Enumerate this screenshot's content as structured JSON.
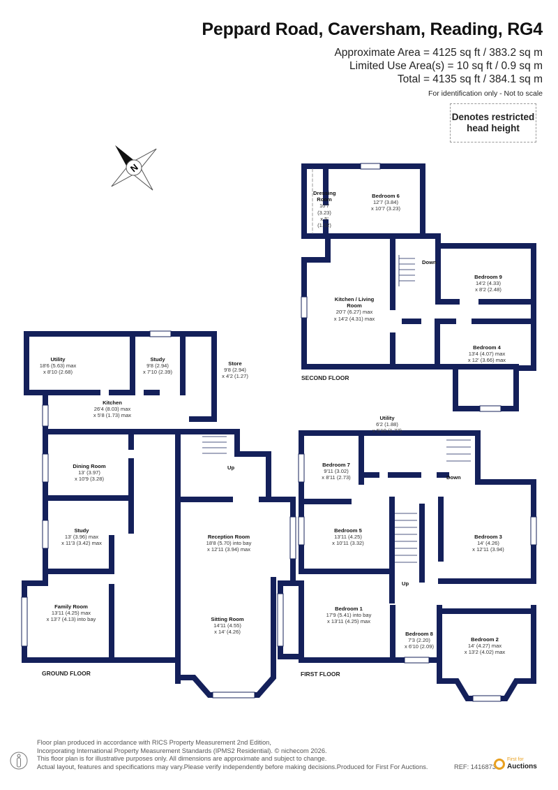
{
  "header": {
    "title": "Peppard Road, Caversham, Reading, RG4",
    "approx_area": "Approximate Area = 4125 sq ft / 383.2 sq m",
    "limited_use": "Limited Use Area(s) = 10 sq ft / 0.9 sq m",
    "total": "Total = 4135 sq ft / 384.1 sq m",
    "note": "For identification only - Not to scale"
  },
  "legend": {
    "restricted_line1": "Denotes restricted",
    "restricted_line2": "head height"
  },
  "compass": {
    "label": "N",
    "icon": "compass-icon"
  },
  "colors": {
    "wall": "#14205a",
    "logo_accent": "#e8a020"
  },
  "second_floor": {
    "label": "SECOND FLOOR",
    "stairs": {
      "down": "Down"
    },
    "rooms": [
      {
        "name": "Dressing Room",
        "dim1": "10'7 (3.23)",
        "dim2": "x 5' (1.52)"
      },
      {
        "name": "Bedroom 6",
        "dim1": "12'7 (3.84)",
        "dim2": "x 10'7 (3.23)"
      },
      {
        "name": "Kitchen / Living Room",
        "dim1": "20'7 (6.27) max",
        "dim2": "x 14'2 (4.31) max"
      },
      {
        "name": "Bedroom 9",
        "dim1": "14'2 (4.33)",
        "dim2": "x 8'2 (2.48)"
      },
      {
        "name": "Bedroom 4",
        "dim1": "13'4 (4.07) max",
        "dim2": "x 12' (3.66) max"
      }
    ]
  },
  "ground_floor": {
    "label": "GROUND FLOOR",
    "stairs": {
      "up": "Up"
    },
    "rooms": [
      {
        "name": "Utility",
        "dim1": "18'6 (5.63) max",
        "dim2": "x 8'10 (2.68)"
      },
      {
        "name": "Study",
        "dim1": "9'8 (2.94)",
        "dim2": "x 7'10 (2.39)"
      },
      {
        "name": "Store",
        "dim1": "9'8 (2.94)",
        "dim2": "x 4'2 (1.27)"
      },
      {
        "name": "Kitchen",
        "dim1": "26'4 (8.03) max",
        "dim2": "x 5'8 (1.73) max"
      },
      {
        "name": "Dining Room",
        "dim1": "13' (3.97)",
        "dim2": "x 10'9 (3.28)"
      },
      {
        "name": "Study",
        "dim1": "13' (3.96) max",
        "dim2": "x 11'3 (3.42) max"
      },
      {
        "name": "Family Room",
        "dim1": "13'11 (4.25) max",
        "dim2": "x 13'7 (4.13) into bay"
      },
      {
        "name": "Reception Room",
        "dim1": "18'8 (5.70) into bay",
        "dim2": "x 12'11 (3.94) max"
      },
      {
        "name": "Sitting Room",
        "dim1": "14'11 (4.55)",
        "dim2": "x 14' (4.26)"
      }
    ]
  },
  "first_floor": {
    "label": "FIRST FLOOR",
    "stairs": {
      "up": "Up",
      "down": "Down"
    },
    "rooms": [
      {
        "name": "Utility",
        "dim1": "6'2 (1.88)",
        "dim2": "x 5'10 (1.77)"
      },
      {
        "name": "Bedroom 7",
        "dim1": "9'11 (3.02)",
        "dim2": "x 8'11 (2.73)"
      },
      {
        "name": "Bedroom 5",
        "dim1": "13'11 (4.25)",
        "dim2": "x 10'11 (3.32)"
      },
      {
        "name": "Bedroom 3",
        "dim1": "14' (4.26)",
        "dim2": "x 12'11 (3.94)"
      },
      {
        "name": "Bedroom 1",
        "dim1": "17'9 (5.41) into bay",
        "dim2": "x 13'11 (4.25) max"
      },
      {
        "name": "Bedroom 8",
        "dim1": "7'3 (2.20)",
        "dim2": "x 6'10 (2.09)"
      },
      {
        "name": "Bedroom 2",
        "dim1": "14' (4.27) max",
        "dim2": "x 13'2 (4.02) max"
      }
    ]
  },
  "footer": {
    "lines": [
      "Floor plan produced in accordance with RICS Property Measurement 2nd Edition,",
      "Incorporating International Property Measurement Standards (IPMS2 Residential).   © nichecom 2026.",
      "This floor plan is for illustrative purposes only. All dimensions are approximate and subject to change.",
      "Actual layout, features and specifications may vary.Please verify independently before making decisions.Produced for First For Auctions."
    ],
    "ref": "REF: 1416873",
    "logo_small": "First for",
    "logo_big": "Auctions"
  }
}
